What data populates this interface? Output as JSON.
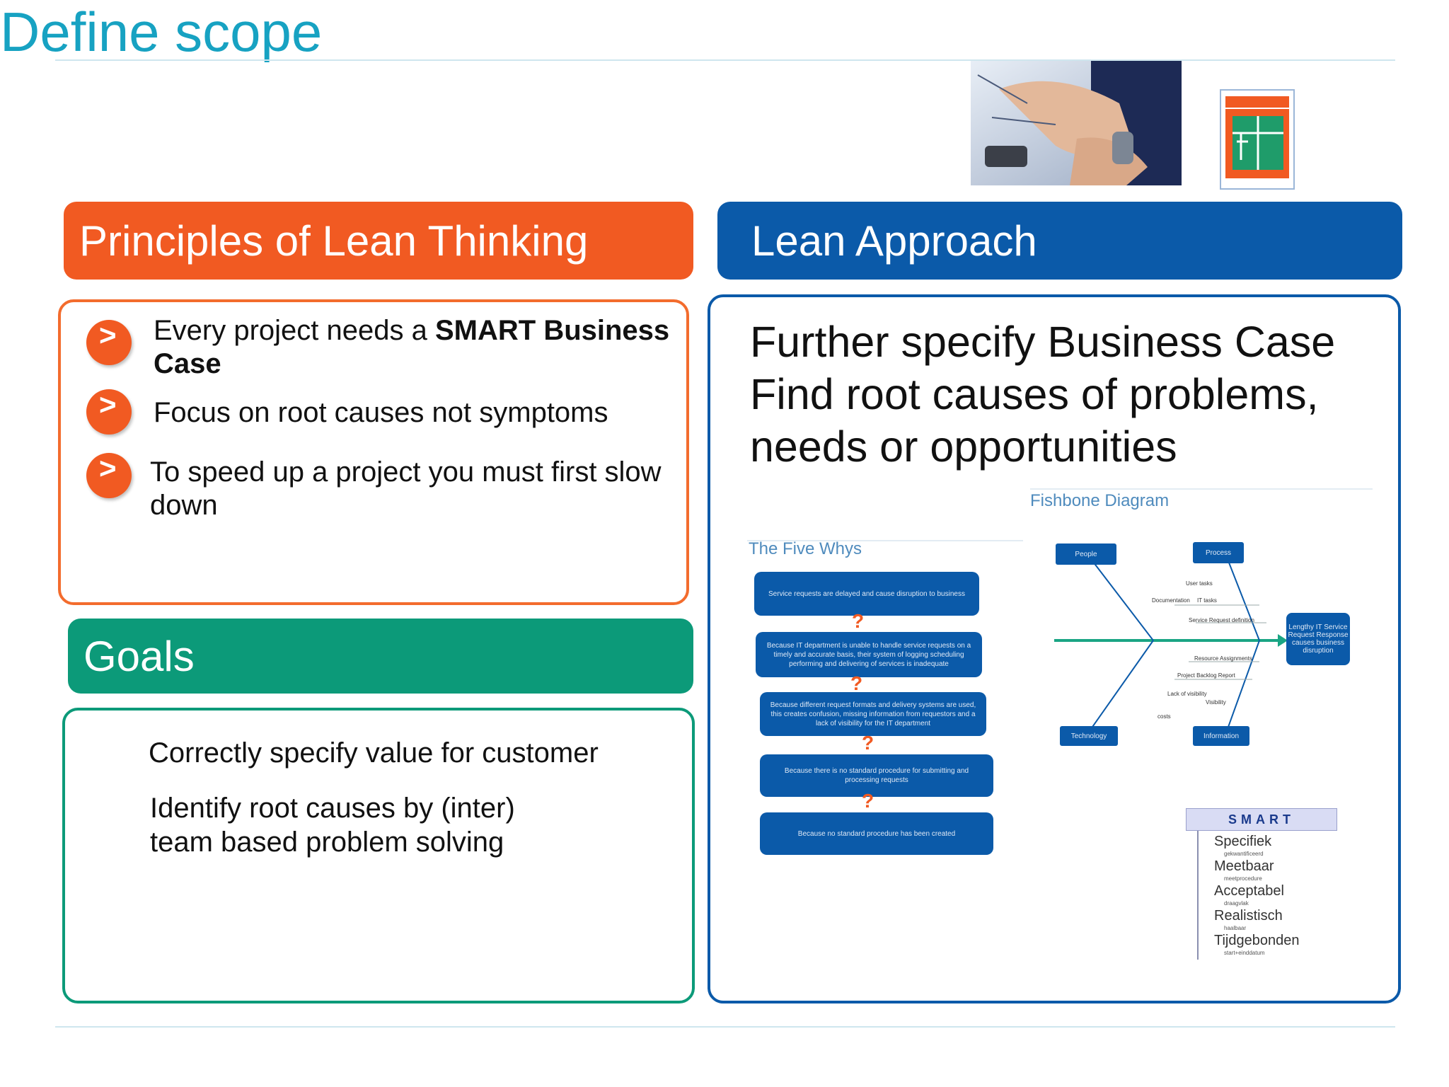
{
  "slide": {
    "title": "Define scope"
  },
  "principles": {
    "header": "Principles of Lean Thinking",
    "bullet_glyph": ">",
    "items": [
      {
        "pre": "Every project needs a ",
        "bold": "SMART Business Case"
      },
      {
        "pre": "Focus on root causes not symptoms",
        "bold": ""
      },
      {
        "pre": "To speed up a project you must first slow down",
        "bold": ""
      }
    ]
  },
  "lean": {
    "header": "Lean Approach",
    "lines": [
      "Further specify Business Case",
      "Find root causes of problems,",
      "needs or opportunities"
    ]
  },
  "goals": {
    "header": "Goals",
    "line1": "Correctly specify value for customer",
    "line2a": "Identify root causes by (inter)",
    "line2b": "team based problem solving"
  },
  "five_whys": {
    "caption": "The Five Whys",
    "question_glyph": "?",
    "boxes": [
      "Service requests are delayed and cause disruption to business",
      "Because IT department is unable to handle service requests on a timely and accurate basis, their system of logging scheduling performing and delivering of services is inadequate",
      "Because different request formats and delivery systems are used, this creates confusion, missing information from requestors and a lack of visibility for the IT department",
      "Because there is no standard procedure for submitting and processing requests",
      "Because no standard procedure has been created"
    ]
  },
  "fishbone": {
    "caption": "Fishbone Diagram",
    "people": "People",
    "process": "Process",
    "technology": "Technology",
    "information": "Information",
    "effect": "Lengthy IT Service Request Response causes business disruption",
    "notes": [
      "User tasks",
      "Documentation",
      "IT tasks",
      "Service Request definition",
      "Resource Assignments",
      "Project Backlog Report",
      "Lack of visibility",
      "Visibility",
      "costs"
    ]
  },
  "smart": {
    "header": "SMART",
    "items": [
      {
        "word": "Specifiek",
        "sub": "gekwantificeerd"
      },
      {
        "word": "Meetbaar",
        "sub": "meetprocedure"
      },
      {
        "word": "Acceptabel",
        "sub": "draagvlak"
      },
      {
        "word": "Realistisch",
        "sub": "haalbaar"
      },
      {
        "word": "Tijdgebonden",
        "sub": "start+einddatum"
      }
    ]
  },
  "colors": {
    "orange": "#f15a22",
    "blue": "#0b5aa9",
    "green": "#0c9a79",
    "title": "#17a2c2"
  },
  "icons": [
    "photo-hands-icon",
    "document-icon",
    "arrow-bullet-icon"
  ]
}
